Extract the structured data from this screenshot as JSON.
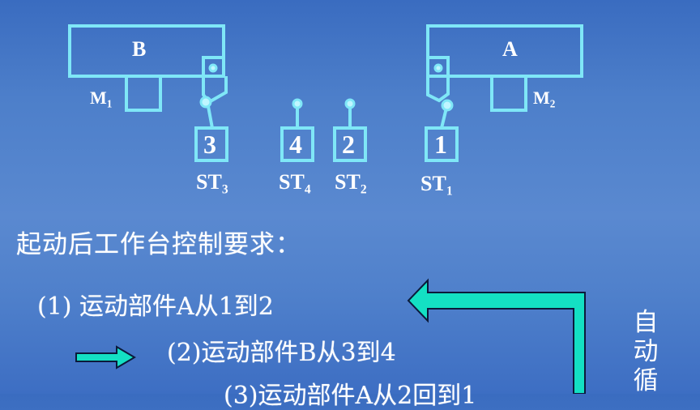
{
  "diagram": {
    "part_b": {
      "label": "B",
      "motor": "M",
      "motor_sub": "1"
    },
    "part_a": {
      "label": "A",
      "motor": "M",
      "motor_sub": "2"
    },
    "switches": [
      {
        "number": "3",
        "name": "ST",
        "sub": "3"
      },
      {
        "number": "4",
        "name": "ST",
        "sub": "4"
      },
      {
        "number": "2",
        "name": "ST",
        "sub": "2"
      },
      {
        "number": "1",
        "name": "ST",
        "sub": "1"
      }
    ],
    "colors": {
      "outline": "#7fe7f7",
      "arrow_fill": "#14e0c3",
      "arrow_stroke": "#0b1a3a",
      "text": "#ffffff",
      "background": "#4d7fca"
    }
  },
  "content": {
    "heading": "起动后工作台控制要求：",
    "steps": [
      "(1) 运动部件A从1到2",
      "(2)运动部件B从3到4",
      "(3)运动部件A从2回到1"
    ],
    "loop_label": [
      "自",
      "动",
      "循"
    ]
  }
}
